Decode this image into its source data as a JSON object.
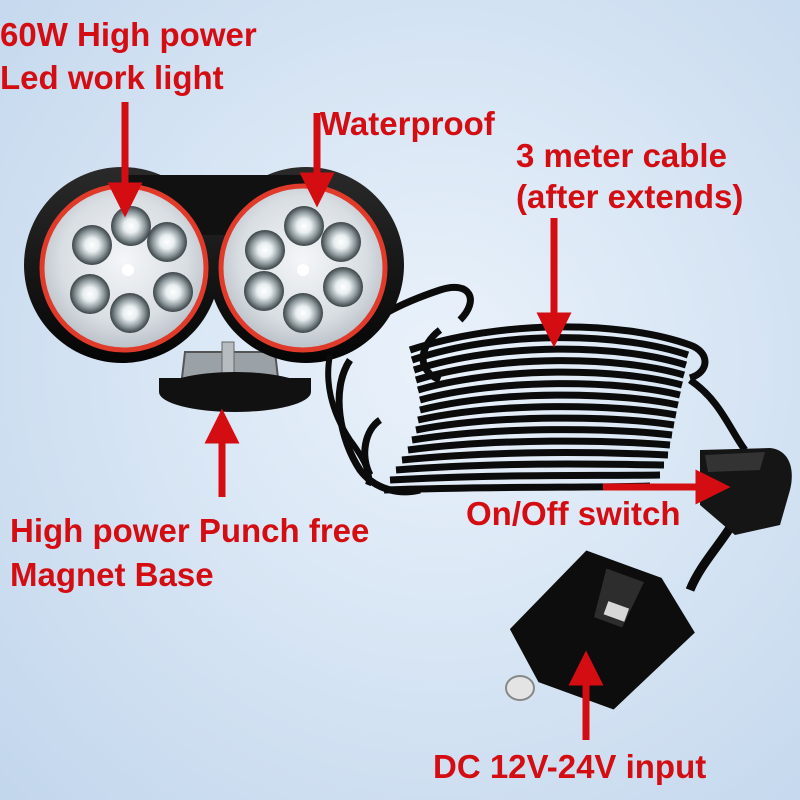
{
  "colors": {
    "annotation_red": "#d40d12",
    "background": "#dbe7f4",
    "housing_black": "#111111"
  },
  "labels": {
    "title_line1": "60W High power",
    "title_line2": "Led work light",
    "waterproof": "Waterproof",
    "cable_line1": "3 meter cable",
    "cable_line2": "(after extends)",
    "base_line1": "High power Punch free",
    "base_line2": "Magnet Base",
    "switch": "On/Off switch",
    "input": "DC 12V-24V input"
  }
}
